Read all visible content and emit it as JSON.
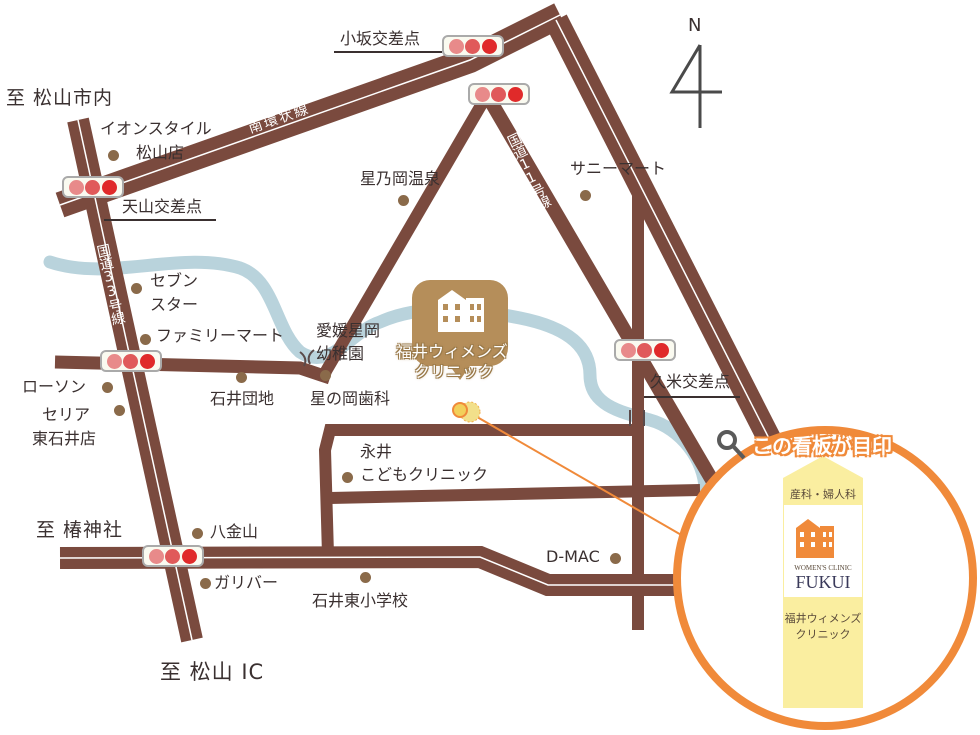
{
  "map": {
    "compass": {
      "letter": "N",
      "icon": "north-arrow-icon"
    },
    "directions": {
      "to_matsuyama_city": "至 松山市内",
      "to_tsubaki_shrine": "至 椿神社",
      "to_matsuyama_ic": "至 松山 IC"
    },
    "intersections": {
      "kosaka": "小坂交差点",
      "tenzan": "天山交差点",
      "kume": "久米交差点"
    },
    "roads": {
      "minami_kanjo": "南環状線",
      "route11": "国道11号線",
      "route33": "国道33号線"
    },
    "places": {
      "aeon_line1": "イオンスタイル",
      "aeon_line2": "松山店",
      "hoshinooka_onsen": "星乃岡温泉",
      "sunny_mart": "サニーマート",
      "seven_line1": "セブン",
      "seven_line2": "スター",
      "familymart": "ファミリーマート",
      "ehime_kg_line1": "愛媛星岡",
      "ehime_kg_line2": "幼稚園",
      "lawson": "ローソン",
      "ishii_danchi": "石井団地",
      "hoshinooka_dental": "星の岡歯科",
      "seria_line1": "セリア",
      "seria_line2": "東石井店",
      "nagai_line1": "永井",
      "nagai_line2": "こどもクリニック",
      "hakkinzan": "八金山",
      "dmac": "D-MAC",
      "gulliver": "ガリバー",
      "ishii_higashi_school": "石井東小学校"
    },
    "clinic": {
      "line1": "福井ウィメンズ",
      "line2": "クリニック",
      "icon": "clinic-building-icon"
    },
    "callout": {
      "title": "この看板が目印",
      "icon": "magnifier-icon",
      "sign_top": "産科・婦人科",
      "sign_en_small": "WOMEN'S CLINIC",
      "sign_en_big": "FUKUI",
      "sign_jp_line1": "福井ウィメンズ",
      "sign_jp_line2": "クリニック"
    },
    "colors": {
      "road": "#7a4a3e",
      "road_line": "#ffffff",
      "river": "#b9d3dc",
      "accent": "#f08a3a",
      "clinic_pin": "#b58e5a",
      "poi_dot": "#8a6a4a",
      "signboard": "#faeea0"
    }
  }
}
